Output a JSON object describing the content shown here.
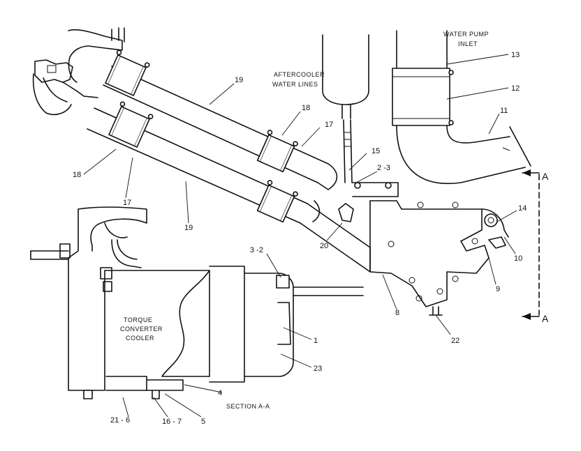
{
  "captions": {
    "water_pump_inlet_1": "WATER PUMP",
    "water_pump_inlet_2": "INLET",
    "aftercooler_1": "AFTERCOOLER",
    "aftercooler_2": "WATER LINES",
    "torque_1": "TORQUE",
    "torque_2": "CONVERTER",
    "torque_3": "COOLER",
    "section": "SECTION A-A",
    "section_mark_top": "A",
    "section_mark_bottom": "A"
  },
  "callouts": {
    "c1": "1",
    "c2_3": "2 -3",
    "c3_2": "3 -2",
    "c4": "4",
    "c5": "5",
    "c8": "8",
    "c9": "9",
    "c10": "10",
    "c11": "11",
    "c12": "12",
    "c13": "13",
    "c14": "14",
    "c15": "15",
    "c16_7": "16 - 7",
    "c17a": "17",
    "c17b": "17",
    "c18a": "18",
    "c18b": "18",
    "c19a": "19",
    "c19b": "19",
    "c20": "20",
    "c21_6": "21 - 6",
    "c22": "22",
    "c23": "23"
  }
}
